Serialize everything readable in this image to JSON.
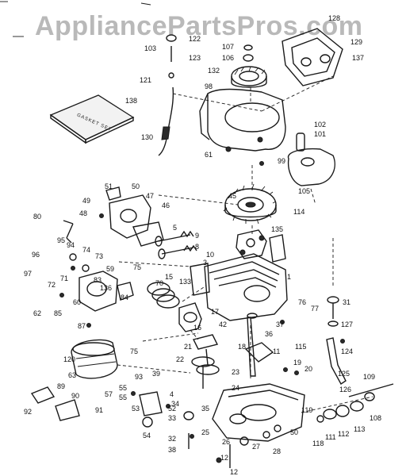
{
  "watermark": "AppliancePartsPros.com",
  "gasket_set_label": "GASKET SET",
  "callouts": [
    "128",
    "129",
    "103",
    "122",
    "123",
    "107",
    "106",
    "137",
    "132",
    "121",
    "98",
    "138",
    "130",
    "102",
    "101",
    "61",
    "99",
    "105",
    "114",
    "51",
    "50",
    "47",
    "49",
    "48",
    "46",
    "80",
    "45",
    "135",
    "95",
    "74",
    "73",
    "5",
    "9",
    "8",
    "75",
    "10",
    "94",
    "96",
    "97",
    "72",
    "71",
    "83",
    "136",
    "59",
    "15",
    "133",
    "70",
    "1",
    "3",
    "31",
    "62",
    "85",
    "60",
    "84",
    "87",
    "17",
    "42",
    "18",
    "16",
    "19",
    "76",
    "77",
    "37",
    "36",
    "127",
    "124",
    "115",
    "120",
    "21",
    "22",
    "11",
    "12",
    "20",
    "125",
    "75",
    "39",
    "63",
    "93",
    "23",
    "89",
    "90",
    "57",
    "55",
    "35",
    "55",
    "53",
    "52",
    "4",
    "34",
    "126",
    "109",
    "119",
    "108",
    "91",
    "92",
    "33",
    "54",
    "24",
    "27",
    "25",
    "111",
    "112",
    "113",
    "118",
    "32",
    "38",
    "26",
    "28",
    "12",
    "50"
  ]
}
